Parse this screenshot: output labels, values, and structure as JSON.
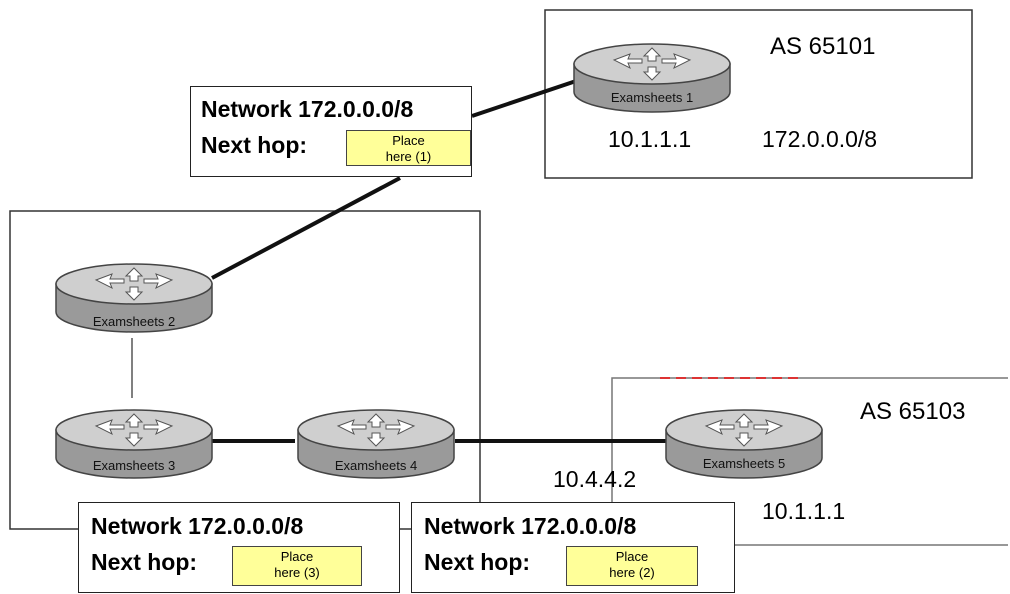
{
  "as_labels": {
    "as65101": "AS 65101",
    "as65103": "AS 65103"
  },
  "routers": {
    "r1": "Examsheets 1",
    "r2": "Examsheets 2",
    "r3": "Examsheets 3",
    "r4": "Examsheets 4",
    "r5": "Examsheets 5"
  },
  "addresses": {
    "r1_ip": "10.1.1.1",
    "r1_network": "172.0.0.0/8",
    "r4_r5_link": "10.4.4.2",
    "r5_ip": "10.1.1.1"
  },
  "callouts": {
    "c1": {
      "network": "Network 172.0.0.0/8",
      "nexthop": "Next hop:",
      "slot_line1": "Place",
      "slot_line2": "here (1)"
    },
    "c2": {
      "network": "Network 172.0.0.0/8",
      "nexthop": "Next hop:",
      "slot_line1": "Place",
      "slot_line2": "here (2)"
    },
    "c3": {
      "network": "Network 172.0.0.0/8",
      "nexthop": "Next hop:",
      "slot_line1": "Place",
      "slot_line2": "here (3)"
    }
  },
  "colors": {
    "drop_slot": "#ffff99",
    "router_body": "#9a9a9a",
    "router_top": "#cfcfcf"
  }
}
